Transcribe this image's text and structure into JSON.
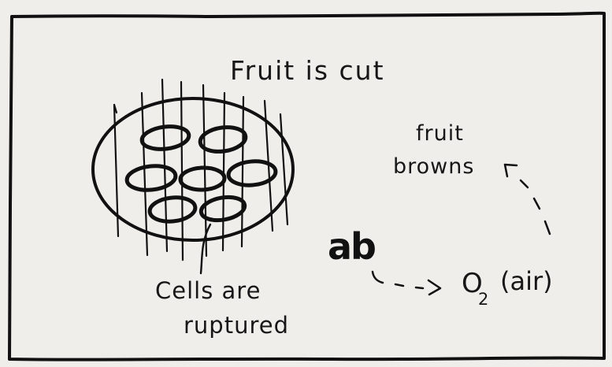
{
  "title": "Fruit is cut",
  "browning": {
    "line1": "fruit",
    "line2": "browns"
  },
  "cells": {
    "line1": "Cells are",
    "line2": "ruptured"
  },
  "oxygen": {
    "symbol": "O",
    "subscript": "2",
    "note": "(air)"
  },
  "enzyme_symbol": "ab"
}
